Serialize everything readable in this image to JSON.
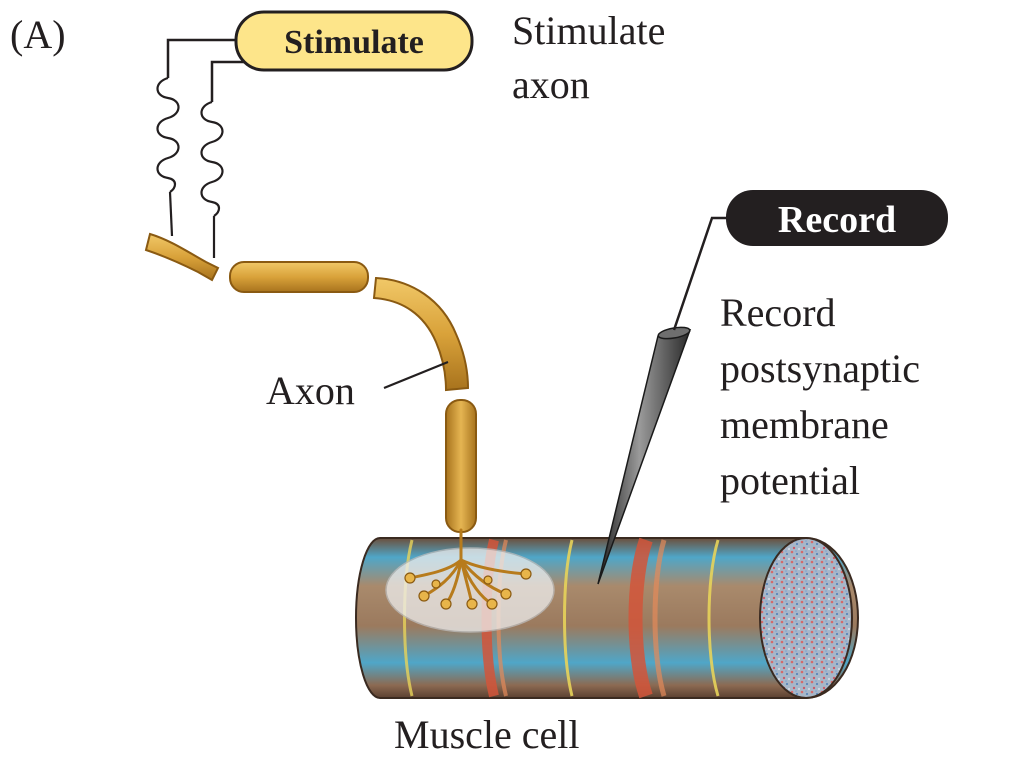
{
  "panel_label": "(A)",
  "stimulate": {
    "button_label": "Stimulate",
    "caption_lines": [
      "Stimulate",
      "axon"
    ]
  },
  "record": {
    "button_label": "Record",
    "caption_lines": [
      "Record",
      "postsynaptic",
      "membrane",
      "potential"
    ]
  },
  "labels": {
    "axon": "Axon",
    "muscle_cell": "Muscle cell"
  },
  "colors": {
    "stimulate_fill": "#fde58a",
    "record_fill": "#231f20",
    "axon_fill": "#d9a23a",
    "axon_stroke": "#8a5a12",
    "muscle_brown": "#9b7a5e",
    "muscle_blue": "#4fa6c8",
    "muscle_red_band": "#d2553a",
    "muscle_yellow_band": "#e7d35a",
    "electrode": "#4a4a4a",
    "text": "#231f20"
  }
}
